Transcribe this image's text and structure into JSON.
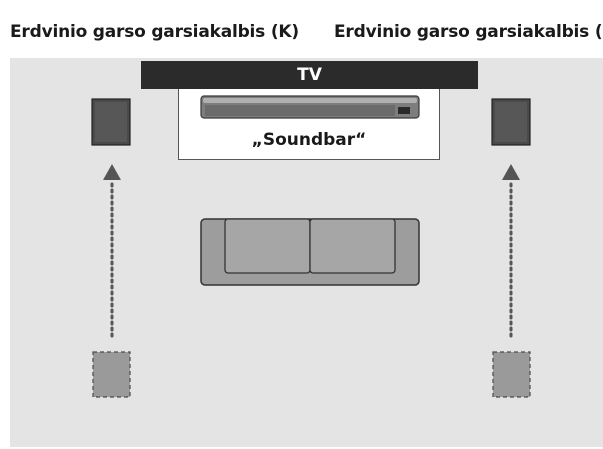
{
  "labels": {
    "left_speaker": "Erdvinio garso garsiakalbis (K)",
    "right_speaker": "Erdvinio garso garsiakalbis (D)"
  },
  "tv": {
    "label": "TV"
  },
  "soundbar": {
    "label": "„Soundbar“"
  },
  "colors": {
    "room_background": "#e4e4e5",
    "tv_bar": "#2b2b2b",
    "speaker_fill": "#4a4a4a",
    "speaker_ghost_fill": "#9a9a9a",
    "sofa_fill": "#9d9d9d",
    "sofa_cushion": "#8c8c8c",
    "arrow": "#555555"
  },
  "icons": {
    "left_speaker": "speaker-icon",
    "right_speaker": "speaker-icon",
    "soundbar": "soundbar-icon",
    "sofa": "sofa-icon"
  }
}
